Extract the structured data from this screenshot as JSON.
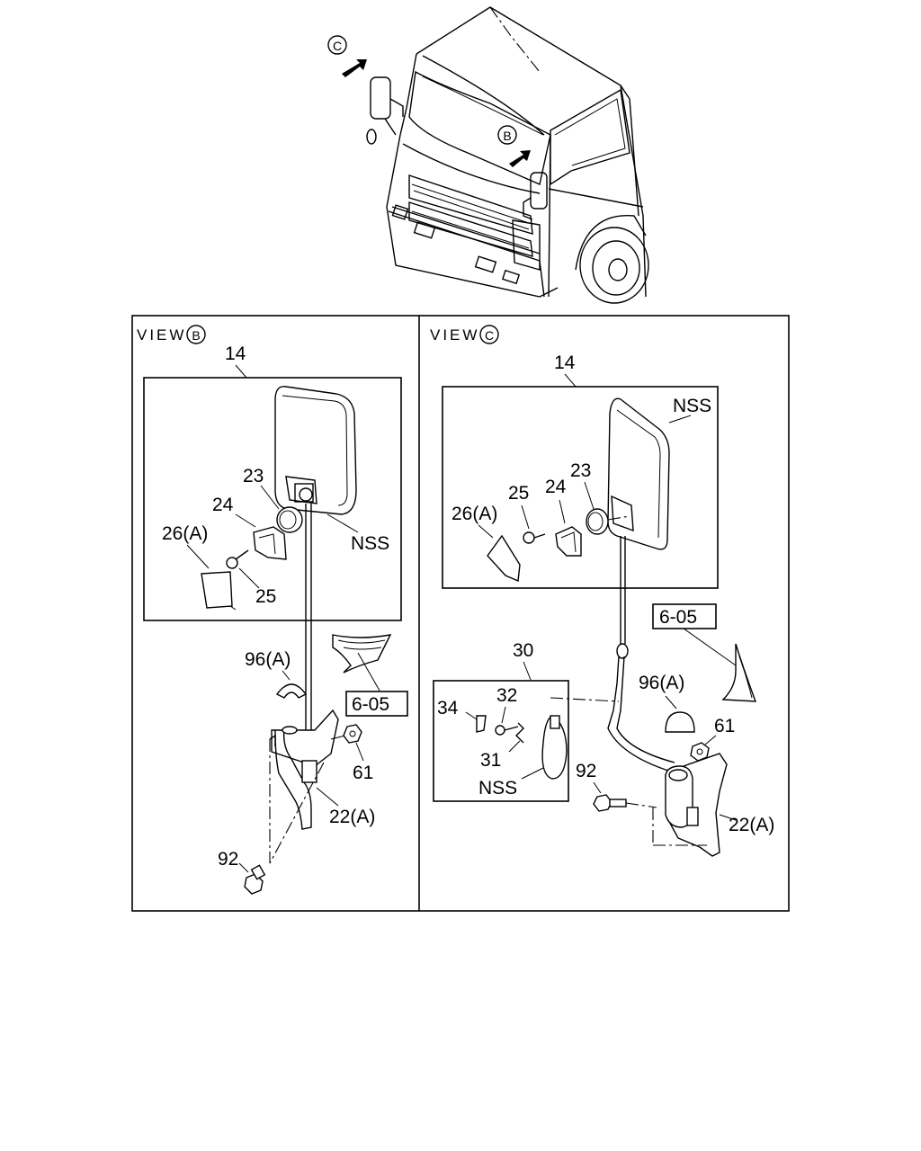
{
  "truck": {
    "markers": [
      "C",
      "B"
    ]
  },
  "view_b": {
    "title": "VIEW",
    "marker": "B",
    "labels": {
      "p14": "14",
      "p23": "23",
      "p24": "24",
      "p26a": "26(A)",
      "p25": "25",
      "nss": "NSS",
      "p96a": "96(A)",
      "ref605": "6-05",
      "p61": "61",
      "p22a": "22(A)",
      "p92": "92"
    }
  },
  "view_c": {
    "title": "VIEW",
    "marker": "C",
    "labels": {
      "p14": "14",
      "nss_top": "NSS",
      "p23": "23",
      "p25": "25",
      "p24": "24",
      "p26a": "26(A)",
      "ref605": "6-05",
      "p30": "30",
      "p34": "34",
      "p32": "32",
      "p31": "31",
      "nss_box": "NSS",
      "p96a": "96(A)",
      "p61": "61",
      "p92": "92",
      "p22a": "22(A)"
    }
  }
}
